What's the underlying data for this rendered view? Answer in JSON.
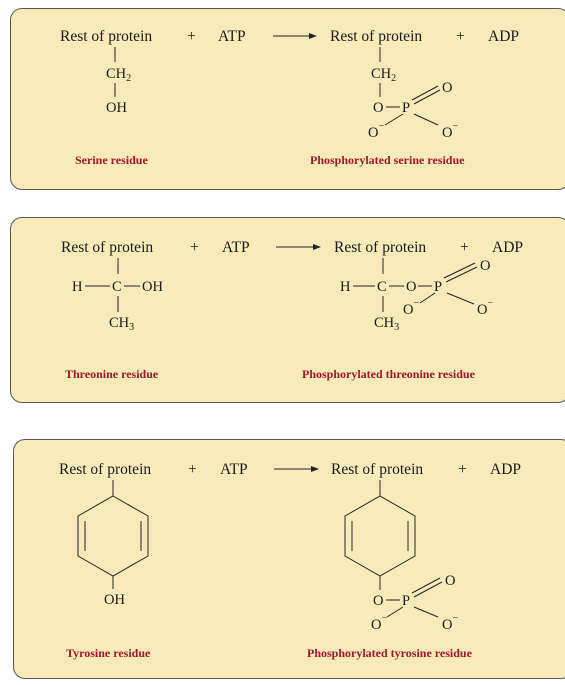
{
  "colors": {
    "panel_fill": "#f9eab9",
    "label_red": "#a3172c",
    "border": "#555555"
  },
  "panels": [
    {
      "equation": {
        "reactant": "Rest of protein",
        "plus1": "+",
        "atp": "ATP",
        "product": "Rest of protein",
        "plus2": "+",
        "adp": "ADP"
      },
      "left": {
        "ch2": "CH",
        "sub2": "2",
        "oh": "OH"
      },
      "right": {
        "ch2": "CH",
        "sub2": "2",
        "o": "O",
        "p": "P",
        "o_top": "O",
        "o_minus_a": "O",
        "o_minus_b": "O",
        "minus": "−"
      },
      "labels": {
        "left": "Serine residue",
        "right": "Phosphorylated serine residue"
      }
    },
    {
      "equation": {
        "reactant": "Rest of protein",
        "plus1": "+",
        "atp": "ATP",
        "product": "Rest of protein",
        "plus2": "+",
        "adp": "ADP"
      },
      "left": {
        "h": "H",
        "c": "C",
        "oh": "OH",
        "ch3": "CH",
        "sub3": "3"
      },
      "right": {
        "h": "H",
        "c": "C",
        "o": "O",
        "p": "P",
        "o_top": "O",
        "o_minus_a": "O",
        "o_minus_b": "O",
        "minus": "−",
        "ch3": "CH",
        "sub3": "3"
      },
      "labels": {
        "left": "Threonine residue",
        "right": "Phosphorylated threonine residue"
      }
    },
    {
      "equation": {
        "reactant": "Rest of protein",
        "plus1": "+",
        "atp": "ATP",
        "product": "Rest of protein",
        "plus2": "+",
        "adp": "ADP"
      },
      "left": {
        "oh": "OH"
      },
      "right": {
        "o": "O",
        "p": "P",
        "o_top": "O",
        "o_minus_a": "O",
        "o_minus_b": "O",
        "minus": "−"
      },
      "labels": {
        "left": "Tyrosine residue",
        "right": "Phosphorylated tyrosine residue"
      }
    }
  ]
}
